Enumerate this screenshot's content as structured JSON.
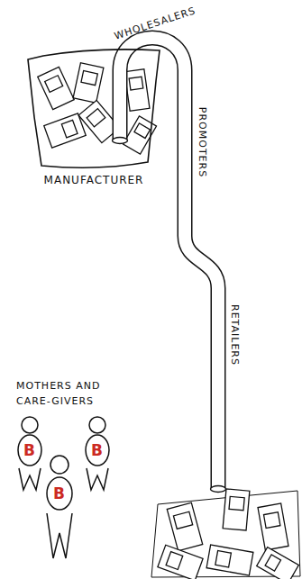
{
  "diagram": {
    "nodes": [
      {
        "text": [
          "MANUFACTURER"
        ]
      },
      {
        "text": [
          "MOTHERS AND CARE-GIVERS"
        ]
      }
    ],
    "labels": [
      "WHOLESALERS",
      "PROMOTERS",
      "RETAILERS",
      "B",
      "B",
      "B"
    ]
  }
}
